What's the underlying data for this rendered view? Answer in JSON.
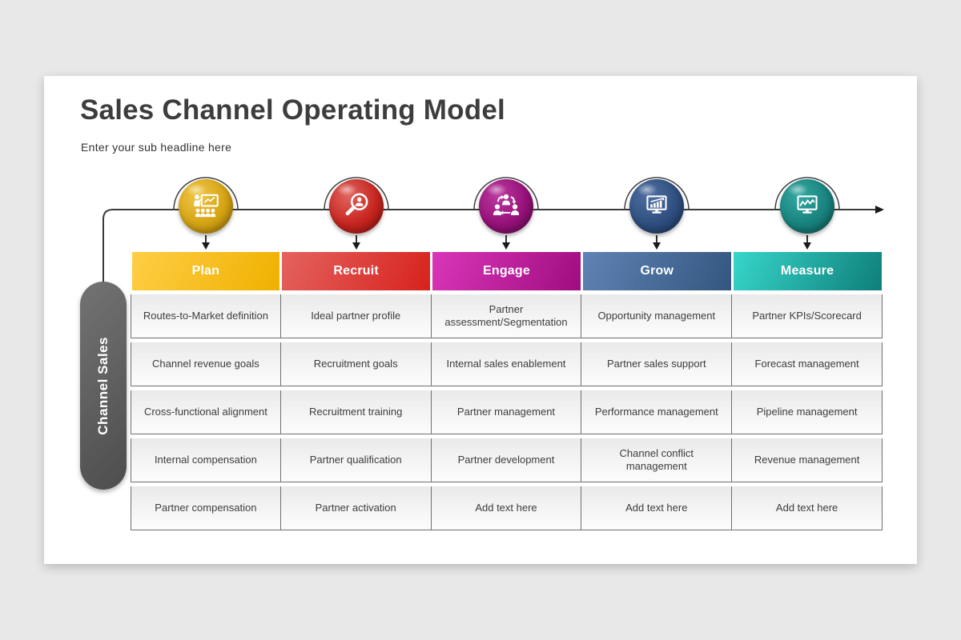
{
  "title": "Sales Channel Operating Model",
  "subtitle": "Enter your sub headline here",
  "side_label": "Channel Sales",
  "palette": {
    "background": "#e8e8e8",
    "card": "#ffffff",
    "timeline_line": "#3a3a3a",
    "side_pill": "#595959",
    "cell_text": "#3d3d3d",
    "header_text": "#ffffff"
  },
  "columns": [
    {
      "label": "Plan",
      "icon": "presentation-training-icon",
      "header_gradient": [
        "#ffce45",
        "#efb000"
      ],
      "circle_color": "#d5a414",
      "rows": [
        "Routes-to-Market definition",
        "Channel revenue goals",
        "Cross-functional alignment",
        "Internal compensation",
        "Partner compensation"
      ]
    },
    {
      "label": "Recruit",
      "icon": "search-person-icon",
      "header_gradient": [
        "#e4635f",
        "#d7221c"
      ],
      "circle_color": "#c7251f",
      "rows": [
        "Ideal partner profile",
        "Recruitment goals",
        "Recruitment training",
        "Partner qualification",
        "Partner activation"
      ]
    },
    {
      "label": "Engage",
      "icon": "people-network-icon",
      "header_gradient": [
        "#d936b9",
        "#a00d7f"
      ],
      "circle_color": "#96117a",
      "rows": [
        "Partner assessment/Segmentation",
        "Internal sales enablement",
        "Partner management",
        "Partner development",
        "Add text here"
      ]
    },
    {
      "label": "Grow",
      "icon": "bar-chart-monitor-icon",
      "header_gradient": [
        "#5f83b5",
        "#33567f"
      ],
      "circle_color": "#2f4f80",
      "rows": [
        "Opportunity management",
        "Partner sales support",
        "Performance management",
        "Channel conflict management",
        "Add text here"
      ]
    },
    {
      "label": "Measure",
      "icon": "line-chart-monitor-icon",
      "header_gradient": [
        "#37d6cb",
        "#0f7e79"
      ],
      "circle_color": "#19837e",
      "rows": [
        "Partner KPIs/Scorecard",
        "Forecast management",
        "Pipeline management",
        "Revenue management",
        "Add text here"
      ]
    }
  ]
}
